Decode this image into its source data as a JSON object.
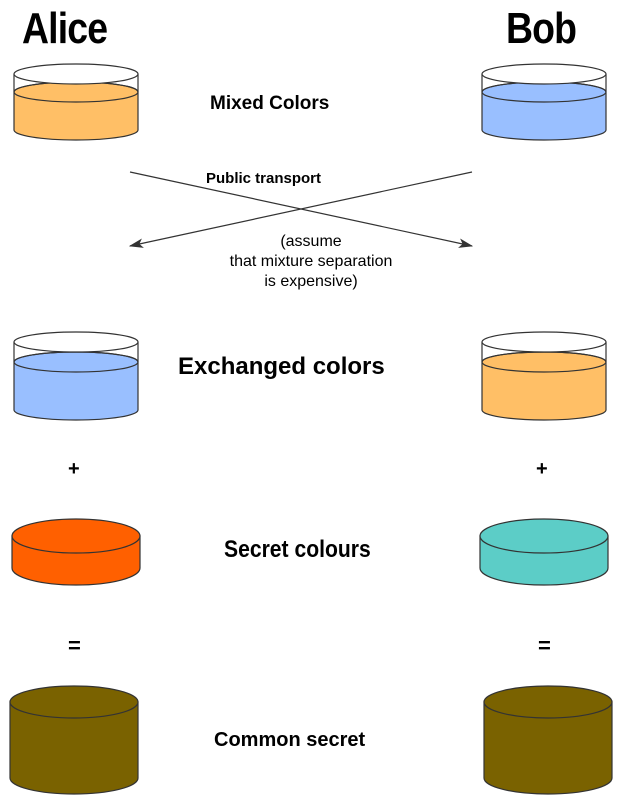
{
  "participants": {
    "left": "Alice",
    "right": "Bob"
  },
  "rows": {
    "mixed": {
      "label": "Mixed Colors",
      "left_color": "#ffbf66",
      "right_color": "#99bfff"
    },
    "transport": {
      "label": "Public transport",
      "note_lines": [
        "(assume",
        "that mixture separation",
        "is expensive)"
      ]
    },
    "exchanged": {
      "label": "Exchanged colors",
      "left_color": "#99bfff",
      "right_color": "#ffbf66"
    },
    "plus": {
      "symbol": "+"
    },
    "secret": {
      "label": "Secret colours",
      "left_color": "#ff6000",
      "right_color": "#5ccdc7"
    },
    "equals": {
      "symbol": "="
    },
    "common": {
      "label": "Common secret",
      "left_color": "#7a6200",
      "right_color": "#7a6200"
    }
  }
}
